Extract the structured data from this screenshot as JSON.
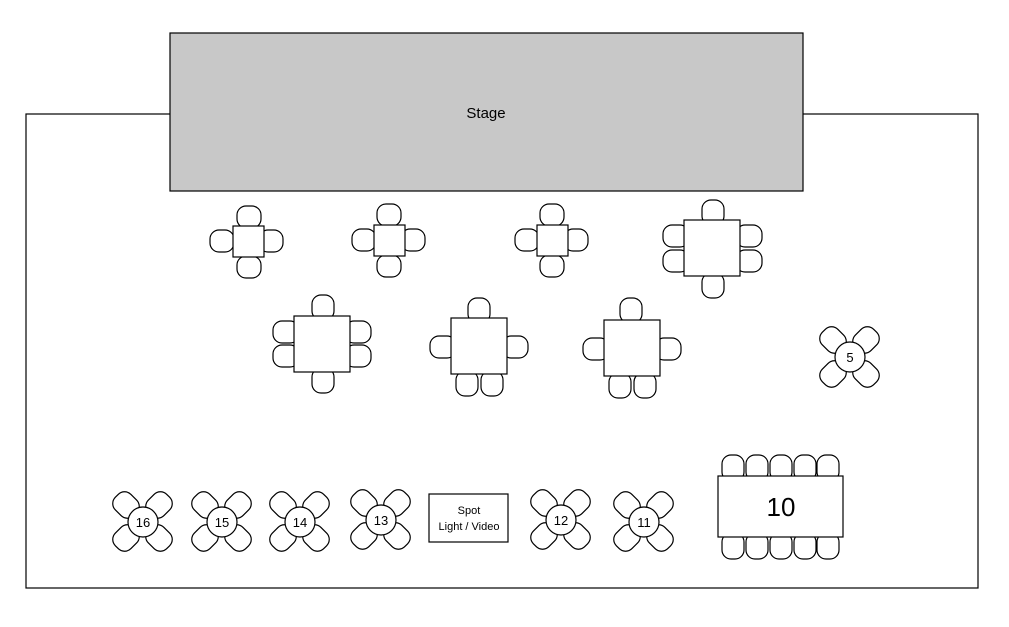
{
  "stage": {
    "label": "Stage"
  },
  "equipment": {
    "line1": "Spot",
    "line2": "Light / Video"
  },
  "round_tables": [
    {
      "id": "t5",
      "label": "5"
    },
    {
      "id": "t11",
      "label": "11"
    },
    {
      "id": "t12",
      "label": "12"
    },
    {
      "id": "t13",
      "label": "13"
    },
    {
      "id": "t14",
      "label": "14"
    },
    {
      "id": "t15",
      "label": "15"
    },
    {
      "id": "t16",
      "label": "16"
    }
  ],
  "banquet_table": {
    "label": "10"
  },
  "colors": {
    "stage_fill": "#c8c8c8",
    "stroke": "#000000",
    "background": "#ffffff"
  }
}
